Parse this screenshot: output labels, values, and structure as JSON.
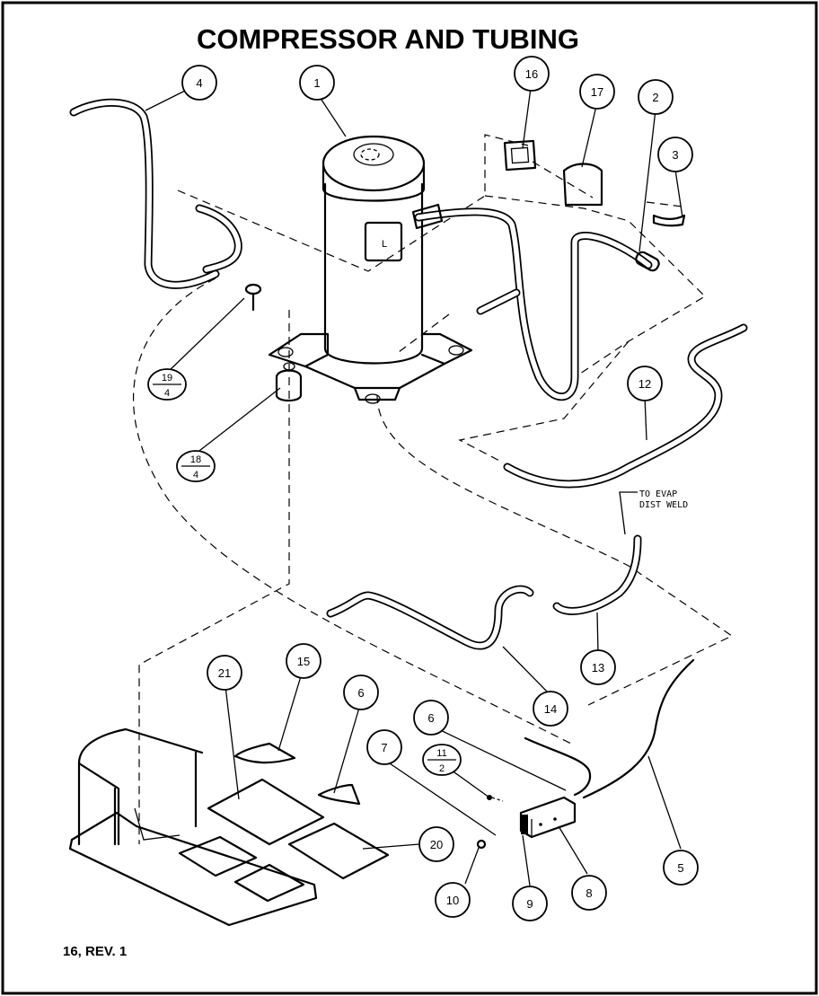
{
  "title": "COMPRESSOR AND TUBING",
  "footer": "16, REV. 1",
  "note_line1": "TO EVAP",
  "note_line2": "DIST WELD",
  "callouts": [
    {
      "id": "c1",
      "label": "1"
    },
    {
      "id": "c2",
      "label": "2"
    },
    {
      "id": "c3",
      "label": "3"
    },
    {
      "id": "c4",
      "label": "4"
    },
    {
      "id": "c5a",
      "label": "5"
    },
    {
      "id": "c6a",
      "label": "6"
    },
    {
      "id": "c6b",
      "label": "6"
    },
    {
      "id": "c7",
      "label": "7"
    },
    {
      "id": "c8",
      "label": "8"
    },
    {
      "id": "c9",
      "label": "9"
    },
    {
      "id": "c10",
      "label": "10"
    },
    {
      "id": "c12",
      "label": "12"
    },
    {
      "id": "c13",
      "label": "13"
    },
    {
      "id": "c14",
      "label": "14"
    },
    {
      "id": "c15",
      "label": "15"
    },
    {
      "id": "c16",
      "label": "16"
    },
    {
      "id": "c17",
      "label": "17"
    },
    {
      "id": "c20",
      "label": "20"
    },
    {
      "id": "c21",
      "label": "21"
    }
  ],
  "fraction_callouts": [
    {
      "id": "f19",
      "top": "19",
      "bottom": "4"
    },
    {
      "id": "f18",
      "top": "18",
      "bottom": "4"
    },
    {
      "id": "f11",
      "top": "11",
      "bottom": "2"
    }
  ],
  "compressor_badge": "L"
}
